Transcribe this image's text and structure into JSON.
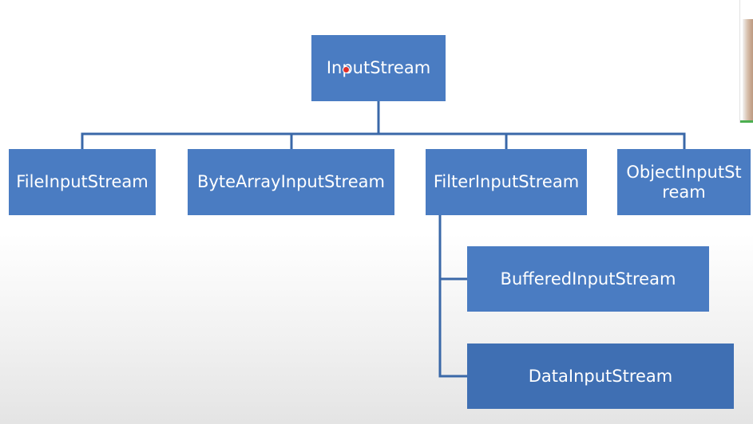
{
  "diagram": {
    "root": {
      "label": "InputStream"
    },
    "children": [
      {
        "label": "FileInputStream"
      },
      {
        "label": "ByteArrayInputStream"
      },
      {
        "label": "FilterInputStream"
      },
      {
        "label": "ObjectInputStream"
      }
    ],
    "filter_children": [
      {
        "label": "BufferedInputStream"
      },
      {
        "label": "DataInputStream"
      }
    ]
  },
  "colors": {
    "box_fill": "#4a7cc2",
    "box_fill_dark": "#3f6fb3",
    "box_text": "#ffffff",
    "connector": "#3a68a8"
  }
}
